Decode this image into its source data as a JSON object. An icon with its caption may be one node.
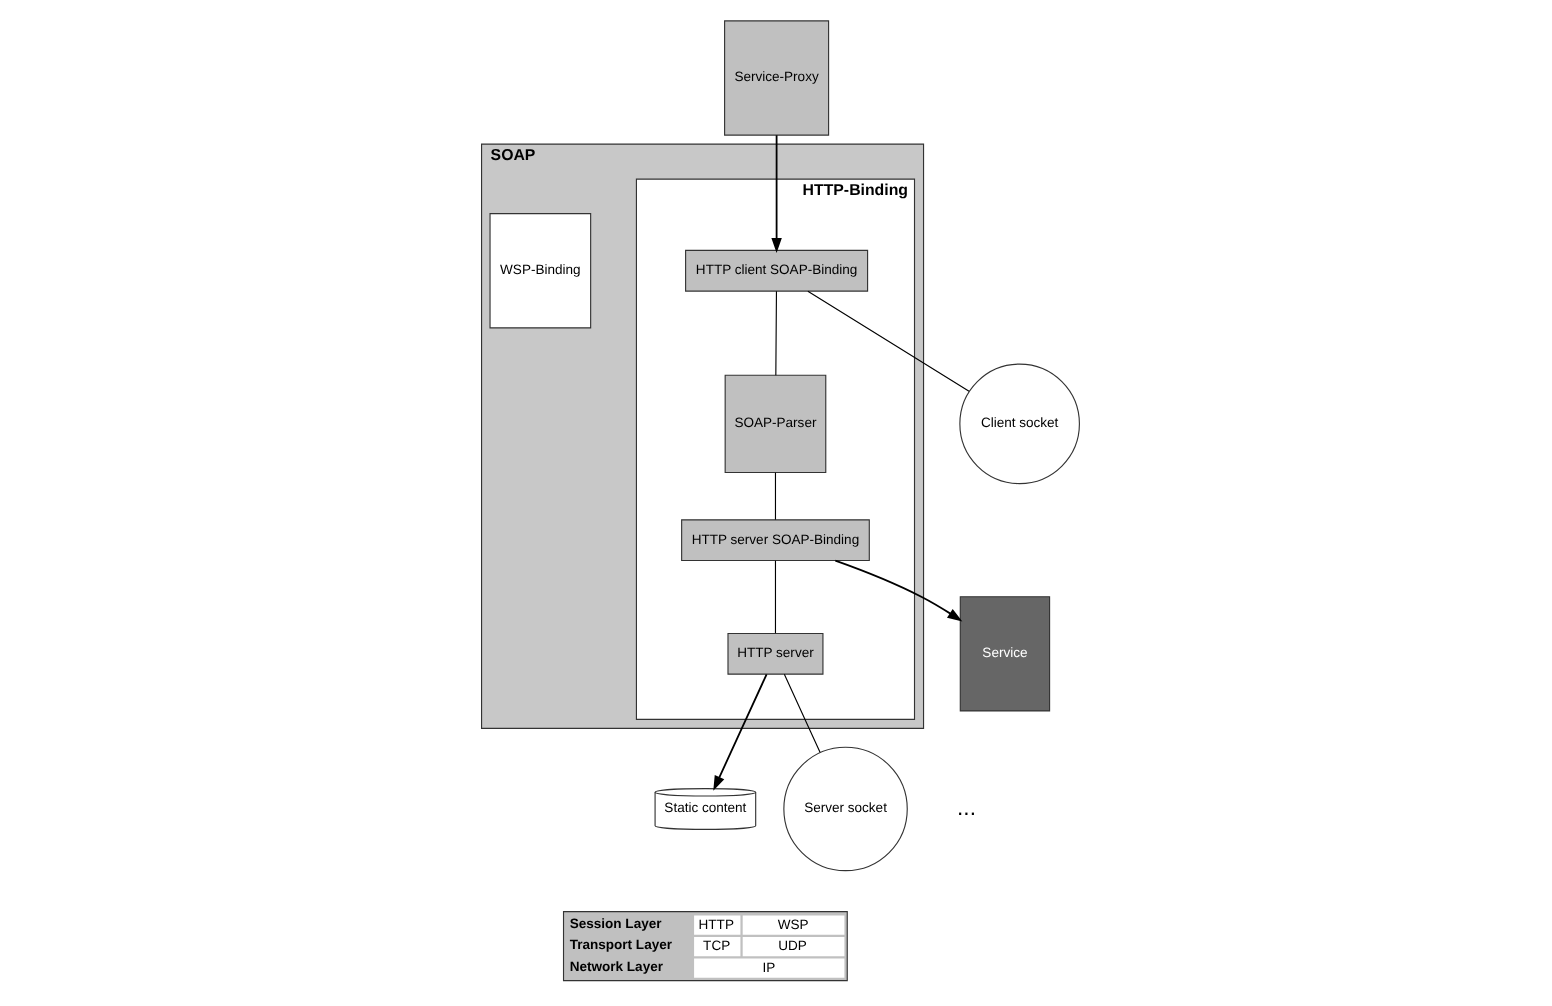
{
  "diagram": {
    "nodes": [
      {
        "text": [
          "Service-Proxy"
        ]
      },
      {
        "text": [
          "Service"
        ]
      },
      {
        "text": [
          "Static content"
        ]
      },
      {
        "text": [
          "SOAP"
        ]
      },
      {
        "text": [
          "HTTP-Binding"
        ],
        "in": 3
      },
      {
        "text": [
          "HTTP client SOAP-Binding"
        ],
        "in": 4
      },
      {
        "text": [
          "SOAP-Parser"
        ],
        "in": 4
      },
      {
        "text": [
          "HTTP server SOAP-Binding"
        ],
        "in": 4
      },
      {
        "text": [
          "HTTP server"
        ],
        "in": 4
      },
      {
        "text": [
          "WSP-Binding"
        ],
        "in": 3
      },
      {
        "text": [
          "Client socket"
        ]
      },
      {
        "text": [
          "Server socket"
        ]
      }
    ],
    "edges": [
      {
        "from": 0,
        "to": 5,
        "arrow": "to"
      },
      {
        "from": 7,
        "to": 1,
        "arrow": "to"
      },
      {
        "from": 8,
        "to": 2,
        "arrow": "to"
      },
      {
        "from": 5,
        "to": 6,
        "arrow": "none"
      },
      {
        "from": 6,
        "to": 7,
        "arrow": "none"
      },
      {
        "from": 7,
        "to": 8,
        "arrow": "none"
      },
      {
        "from": 5,
        "to": 10,
        "arrow": "none"
      },
      {
        "from": 8,
        "to": 11,
        "arrow": "none"
      }
    ],
    "labels": [
      "Session Layer",
      "HTTP",
      "WSP",
      "Transport Layer",
      "TCP",
      "UDP",
      "Network Layer",
      "IP",
      "..."
    ]
  }
}
